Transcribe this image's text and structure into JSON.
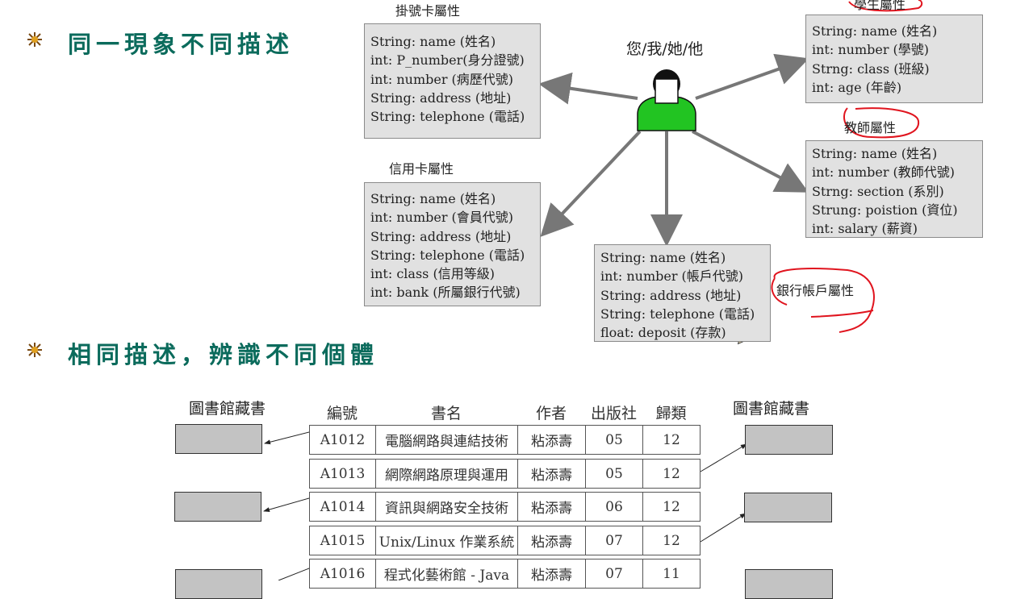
{
  "headings": {
    "h1": "同一現象不同描述",
    "h2": "相同描述，辨識不同個體"
  },
  "person_label": "您/我/她/他",
  "groups": {
    "registration": {
      "title": "掛號卡屬性",
      "lines": [
        "String: name (姓名)",
        "int: P_number(身分證號)",
        "int: number (病歷代號)",
        "String: address (地址)",
        "String: telephone (電話)"
      ]
    },
    "credit": {
      "title": "信用卡屬性",
      "lines": [
        "String: name (姓名)",
        "int: number (會員代號)",
        "String: address (地址)",
        "String: telephone (電話)",
        "int: class (信用等級)",
        "int: bank (所屬銀行代號)"
      ]
    },
    "student": {
      "title": "學生屬性",
      "lines": [
        "String: name (姓名)",
        "int: number (學號)",
        "Strng: class (班級)",
        "int: age (年齡)"
      ]
    },
    "teacher": {
      "title": "教師屬性",
      "lines": [
        "String: name (姓名)",
        "int: number (教師代號)",
        "Strng: section (系別)",
        "Strung: poistion (資位)",
        "int: salary (薪資)"
      ]
    },
    "bank": {
      "title": "銀行帳戶屬性",
      "lines": [
        "String: name (姓名)",
        "int: number (帳戶代號)",
        "String: address (地址)",
        "String: telephone (電話)",
        "float: deposit (存款)"
      ]
    }
  },
  "library": {
    "left_label": "圖書館藏書",
    "right_label": "圖書館藏書",
    "headers": [
      "編號",
      "書名",
      "作者",
      "出版社",
      "歸類"
    ],
    "rows": [
      [
        "A1012",
        "電腦網路與連結技術",
        "粘添壽",
        "05",
        "12"
      ],
      [
        "A1013",
        "網際網路原理與運用",
        "粘添壽",
        "05",
        "12"
      ],
      [
        "A1014",
        "資訊與網路安全技術",
        "粘添壽",
        "06",
        "12"
      ],
      [
        "A1015",
        "Unix/Linux 作業系統",
        "粘添壽",
        "07",
        "12"
      ],
      [
        "A1016",
        "程式化藝術館 - Java",
        "粘添壽",
        "07",
        "11"
      ]
    ]
  },
  "colors": {
    "heading": "#0b6b5c",
    "person": "#22c422",
    "annotation": "#e0141e",
    "box_fill": "#e1e1e1",
    "arrow": "#777777"
  }
}
